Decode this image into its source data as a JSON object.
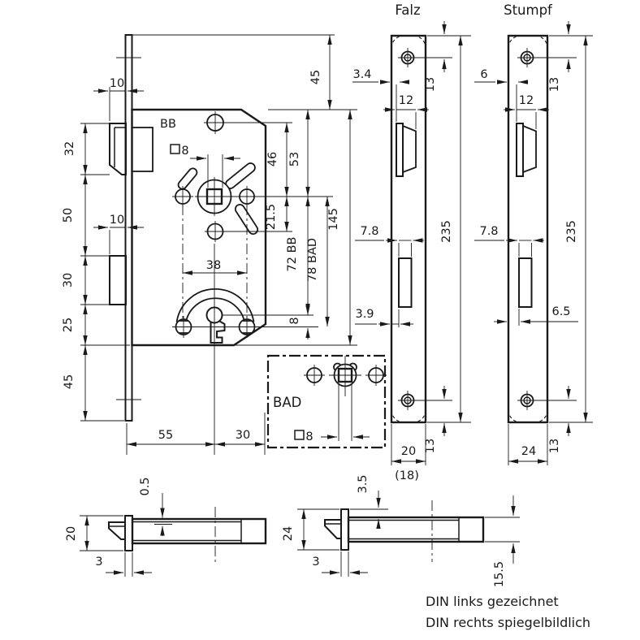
{
  "colors": {
    "ink": "#1a1a1a",
    "background": "#ffffff"
  },
  "views": {
    "main": {
      "label_bb": "BB",
      "square_label": "8",
      "dims": {
        "latch_protrusion": "10",
        "bolt_protrusion": "10",
        "latch_height": "32",
        "latch_to_bolt": "50",
        "bolt_height": "30",
        "bolt_to_bottom": "25",
        "bottom_margin": "45",
        "top_offset": "45",
        "hub_to_hole": "46",
        "case_top_to_hub": "53",
        "hub_to_stop": "21.5",
        "hole_spacing": "38",
        "hub_to_key_bb": "72 BB",
        "hub_to_key_bad": "78 BAD",
        "key_offset": "8",
        "case_height": "145",
        "backset": "55",
        "hub_to_back": "30"
      }
    },
    "bad_box": {
      "label": "BAD",
      "square_label": "8"
    },
    "falz": {
      "title": "Falz",
      "dims": {
        "plate_offset": "3.4",
        "latch_width": "12",
        "screw_top": "13",
        "plate_length": "235",
        "bolt_slot_width": "7.8",
        "slot_offset": "3.9",
        "plate_width": "20",
        "plate_width_ref": "(18)",
        "screw_bottom": "13"
      }
    },
    "stumpf": {
      "title": "Stumpf",
      "dims": {
        "plate_offset": "6",
        "latch_width": "12",
        "screw_top": "13",
        "plate_length": "235",
        "bolt_slot_width": "7.8",
        "slot_offset": "6.5",
        "plate_width": "24",
        "screw_bottom": "13"
      }
    },
    "side_bb": {
      "dims": {
        "latch_recess": "0.5",
        "plate_width": "20",
        "plate_thickness": "3"
      }
    },
    "side_bad": {
      "dims": {
        "latch_recess": "3.5",
        "plate_width": "24",
        "plate_thickness": "3",
        "case_thickness": "15.5"
      }
    }
  },
  "notes": {
    "line1": "DIN links gezeichnet",
    "line2": "DIN rechts spiegelbildlich"
  }
}
